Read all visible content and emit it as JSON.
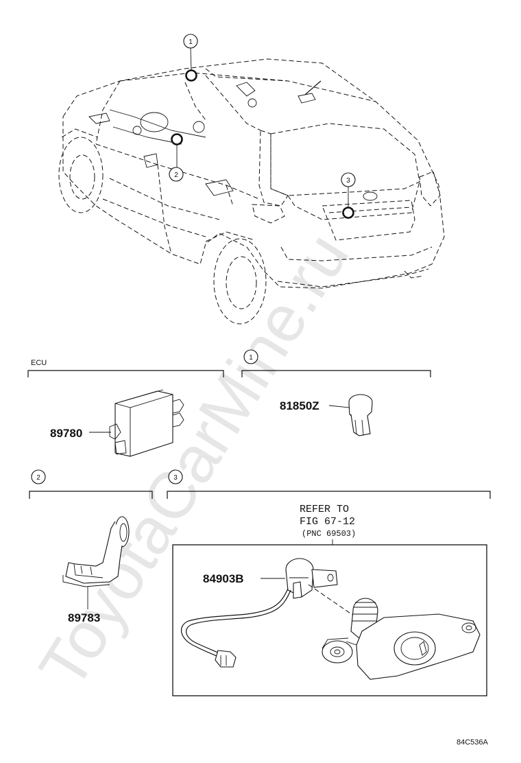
{
  "watermark": "ToyotaCarMine.ru",
  "callouts": {
    "c1": "1",
    "c2": "2",
    "c3": "3"
  },
  "sections": {
    "ecu_label": "ECU",
    "sec1_num": "1",
    "sec2_num": "2",
    "sec3_num": "3"
  },
  "parts": {
    "ecu": "89780",
    "switch": "81850Z",
    "bracket": "89783",
    "lock_switch": "84903B"
  },
  "reference": {
    "line1": "REFER TO",
    "line2": "FIG 67-12",
    "line3": "(PNC 69503)"
  },
  "figure_code": "84C536A"
}
